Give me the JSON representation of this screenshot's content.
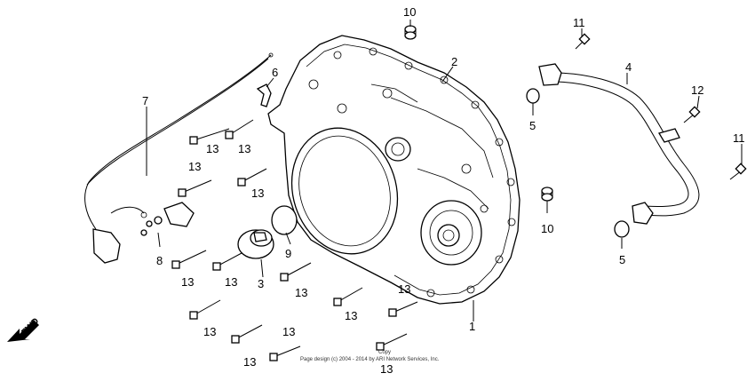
{
  "callouts": [
    {
      "id": "c1",
      "text": "1"
    },
    {
      "id": "c2",
      "text": "2"
    },
    {
      "id": "c3",
      "text": "3"
    },
    {
      "id": "c4",
      "text": "4"
    },
    {
      "id": "c5a",
      "text": "5"
    },
    {
      "id": "c5b",
      "text": "5"
    },
    {
      "id": "c6",
      "text": "6"
    },
    {
      "id": "c7",
      "text": "7"
    },
    {
      "id": "c8",
      "text": "8"
    },
    {
      "id": "c9",
      "text": "9"
    },
    {
      "id": "c10a",
      "text": "10"
    },
    {
      "id": "c10b",
      "text": "10"
    },
    {
      "id": "c11a",
      "text": "11"
    },
    {
      "id": "c11b",
      "text": "11"
    },
    {
      "id": "c12",
      "text": "12"
    },
    {
      "id": "c13a",
      "text": "13"
    },
    {
      "id": "c13b",
      "text": "13"
    },
    {
      "id": "c13c",
      "text": "13"
    },
    {
      "id": "c13d",
      "text": "13"
    },
    {
      "id": "c13e",
      "text": "13"
    },
    {
      "id": "c13f",
      "text": "13"
    },
    {
      "id": "c13g",
      "text": "13"
    },
    {
      "id": "c13h",
      "text": "13"
    },
    {
      "id": "c13i",
      "text": "13"
    },
    {
      "id": "c13j",
      "text": "13"
    },
    {
      "id": "c13k",
      "text": "13"
    },
    {
      "id": "c13l",
      "text": "13"
    },
    {
      "id": "c13m",
      "text": "13"
    }
  ],
  "direction_label": "FWD",
  "copyright_line1": "Copy",
  "copyright_line2": "Page design (c) 2004 - 2014 by ARI Network Services, Inc."
}
